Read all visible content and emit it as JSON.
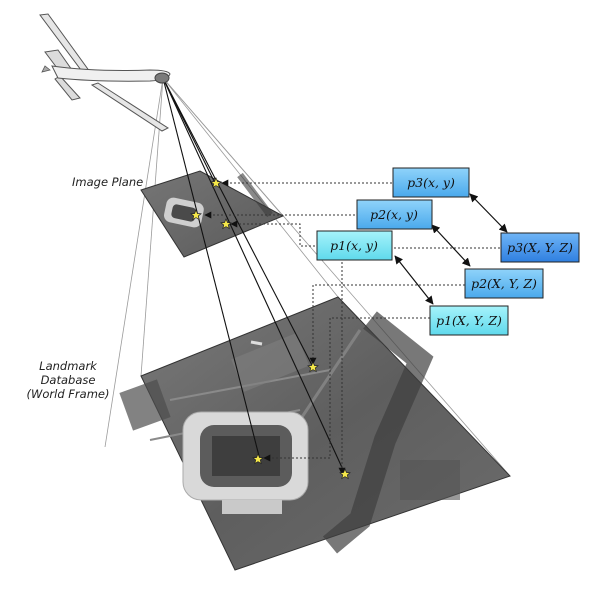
{
  "labels": {
    "image_plane": "Image Plane",
    "landmark_line1": "Landmark",
    "landmark_line2": "Database",
    "landmark_line3": "(World Frame)"
  },
  "boxes": {
    "p3_xy": "p3(x, y)",
    "p2_xy": "p2(x, y)",
    "p1_xy": "p1(x, y)",
    "p3_XYZ": "p3(X, Y, Z)",
    "p2_XYZ": "p2(X, Y, Z)",
    "p1_XYZ": "p1(X, Y, Z)"
  },
  "colors": {
    "box_light": "#7fe8f4",
    "box_mid": "#56b8f0",
    "box_dark": "#3d8fe8",
    "star": "#f5e84a"
  }
}
